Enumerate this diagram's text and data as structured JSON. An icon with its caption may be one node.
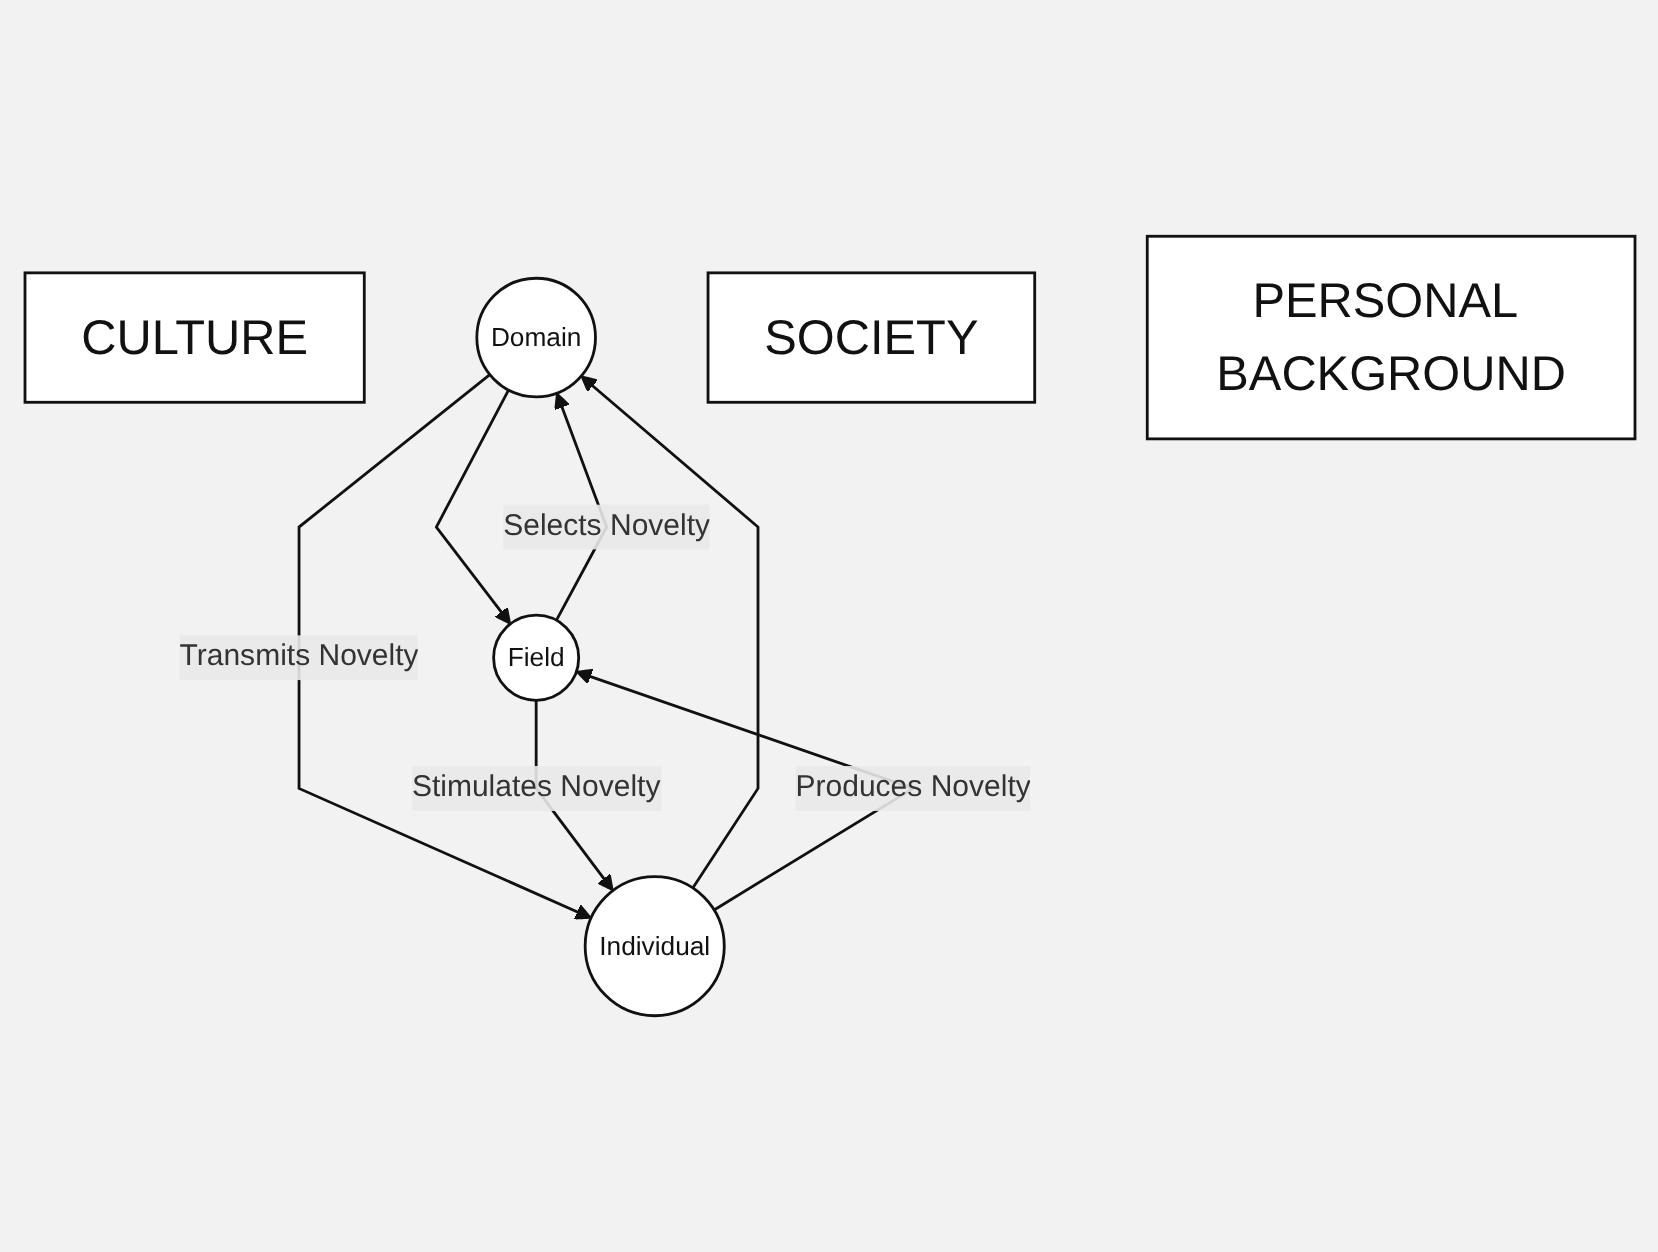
{
  "diagram": {
    "nodes": [
      {
        "text": [
          "CULTURE"
        ]
      },
      {
        "text": [
          "Domain"
        ]
      },
      {
        "text": [
          "Field"
        ]
      },
      {
        "text": [
          "SOCIETY"
        ]
      },
      {
        "text": [
          "Individual"
        ]
      },
      {
        "text": [
          "PERSONAL BACKGROUND"
        ]
      }
    ],
    "edges": [
      {
        "from": 2,
        "to": 1,
        "arrow": "to",
        "label": "Selects Novelty"
      },
      {
        "from": 1,
        "to": 2,
        "arrow": "to"
      },
      {
        "from": 4,
        "to": 1,
        "arrow": "to"
      },
      {
        "from": 1,
        "to": 4,
        "arrow": "to",
        "label": "Transmits Novelty"
      },
      {
        "from": 4,
        "to": 2,
        "arrow": "to",
        "label": "Produces Novelty"
      },
      {
        "from": 2,
        "to": 4,
        "arrow": "to",
        "label": "Stimulates Novelty"
      }
    ]
  }
}
